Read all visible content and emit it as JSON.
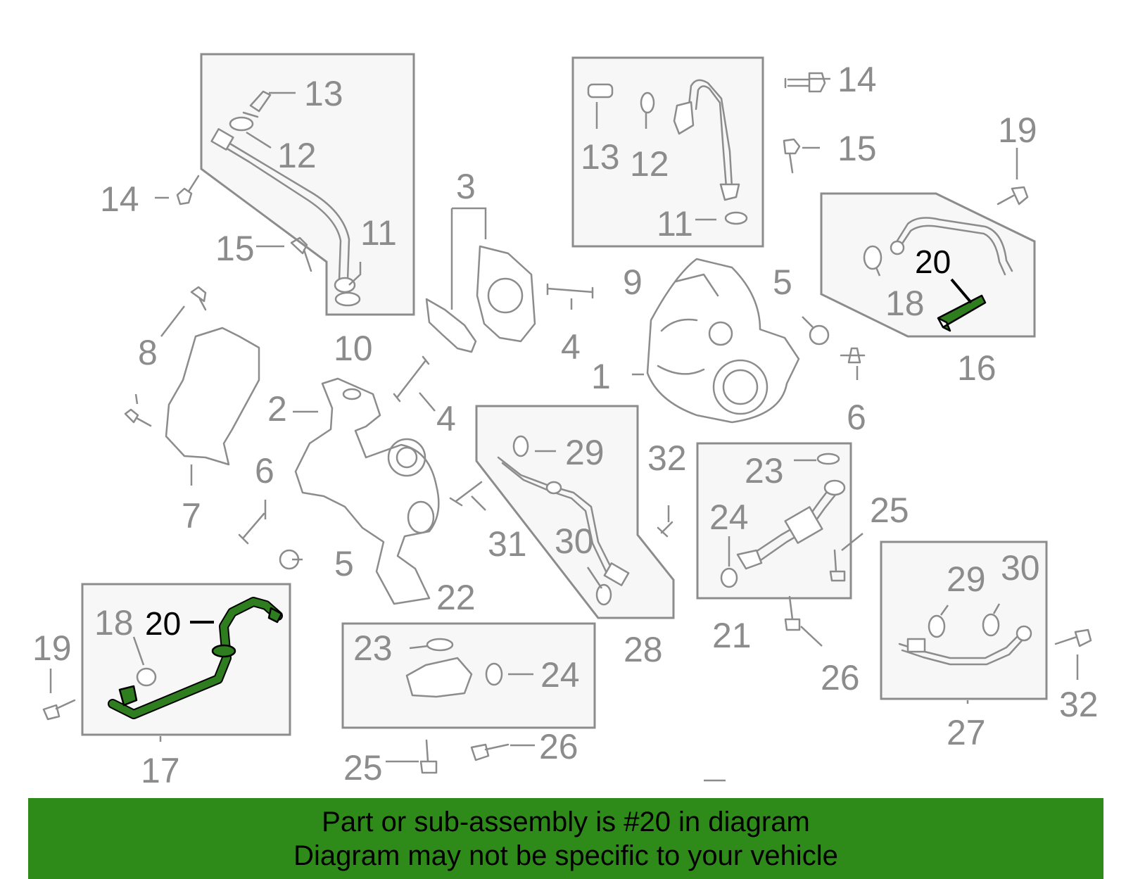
{
  "banner": {
    "line1": "Part or sub-assembly is #20 in diagram",
    "line2": "Diagram may not be specific to your vehicle",
    "color": "#2e8b1a"
  },
  "highlight": {
    "part_number": "20",
    "color": "#2e7d1f"
  },
  "callouts": {
    "c1": "1",
    "c2": "2",
    "c3": "3",
    "c4a": "4",
    "c4b": "4",
    "c5a": "5",
    "c5b": "5",
    "c6a": "6",
    "c6b": "6",
    "c7": "7",
    "c8": "8",
    "c9": "9",
    "c10": "10",
    "c11a": "11",
    "c11b": "11",
    "c12a": "12",
    "c12b": "12",
    "c13a": "13",
    "c13b": "13",
    "c14a": "14",
    "c14b": "14",
    "c15a": "15",
    "c15b": "15",
    "c16": "16",
    "c17": "17",
    "c18a": "18",
    "c18b": "18",
    "c19a": "19",
    "c19b": "19",
    "c20a": "20",
    "c20b": "20",
    "c21": "21",
    "c22": "22",
    "c23a": "23",
    "c23b": "23",
    "c24a": "24",
    "c24b": "24",
    "c25a": "25",
    "c25b": "25",
    "c26a": "26",
    "c26b": "26",
    "c27": "27",
    "c28": "28",
    "c29a": "29",
    "c29b": "29",
    "c30a": "30",
    "c30b": "30",
    "c31": "31",
    "c32a": "32",
    "c32b": "32"
  }
}
